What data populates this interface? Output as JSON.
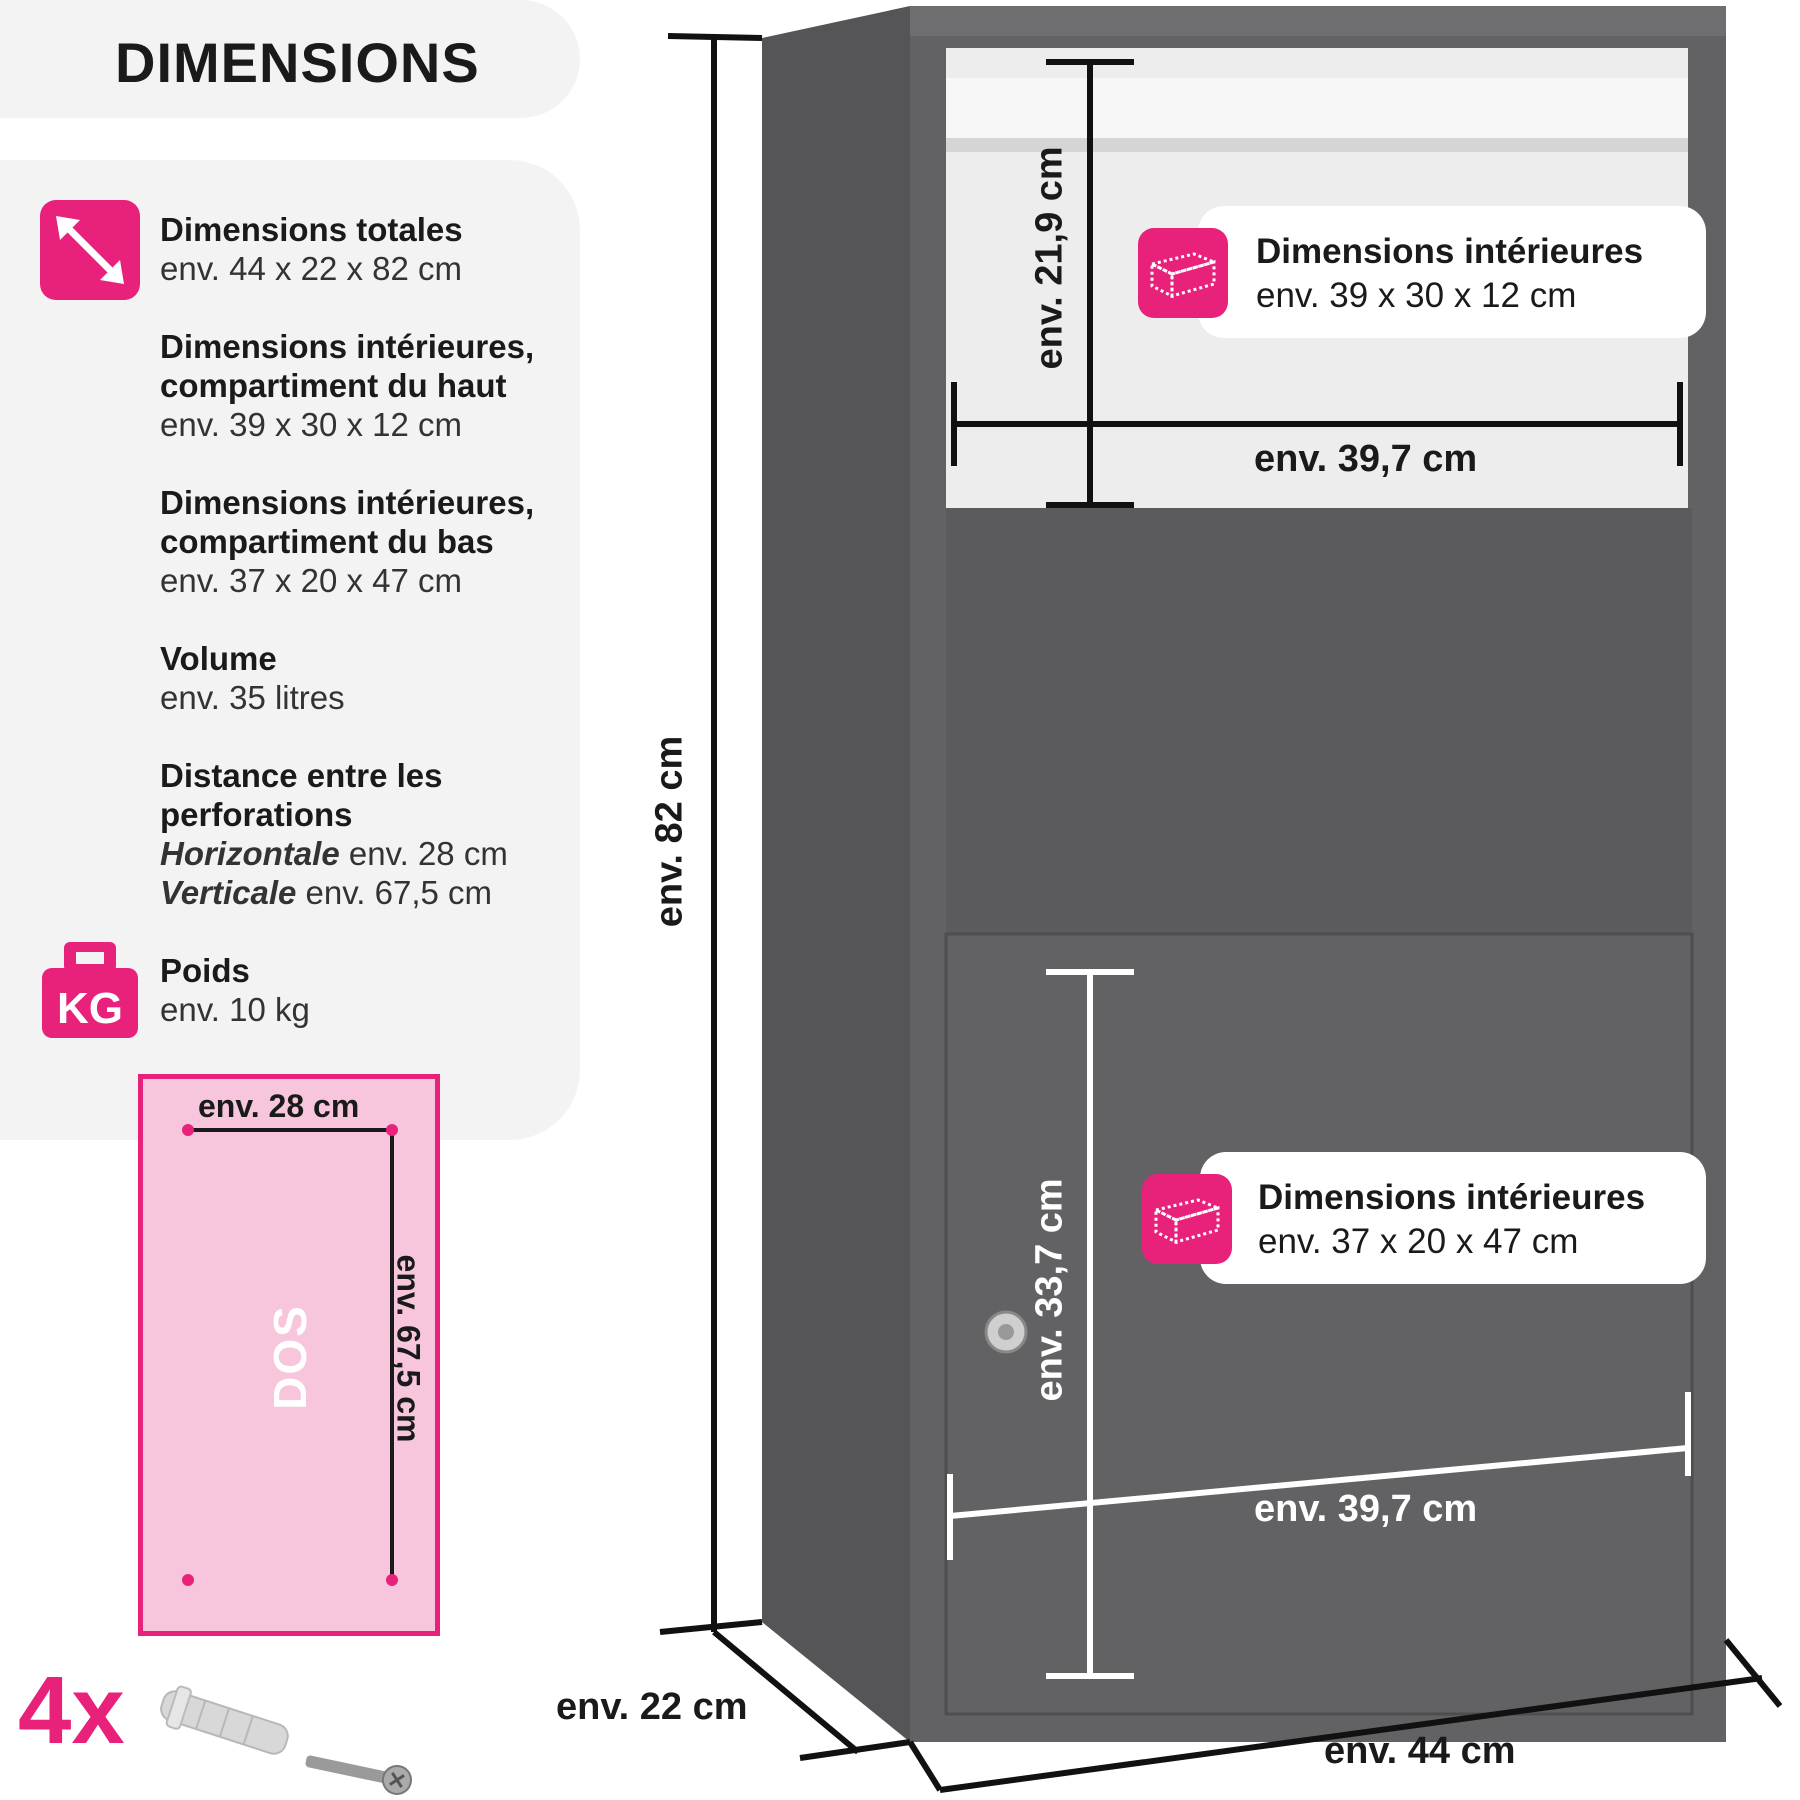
{
  "title": "DIMENSIONS",
  "specs": [
    {
      "heading": "Dimensions totales",
      "value": "env. 44 x 22 x 82 cm"
    },
    {
      "heading": "Dimensions intérieures,",
      "heading2": "compartiment du haut",
      "value": "env. 39 x 30 x 12 cm"
    },
    {
      "heading": "Dimensions intérieures,",
      "heading2": "compartiment du bas",
      "value": "env. 37 x 20 x 47 cm"
    },
    {
      "heading": "Volume",
      "value": "env. 35 litres"
    },
    {
      "heading": "Distance entre les",
      "heading2": "perforations",
      "horizontal_label": "Horizontale",
      "horizontal_value": " env. 28 cm",
      "vertical_label": "Verticale",
      "vertical_value": " env. 67,5 cm"
    },
    {
      "heading": "Poids",
      "value": "env. 10 kg"
    }
  ],
  "icons": {
    "resize": "diagonal-arrows-icon",
    "weight": "weight-kg-icon",
    "box": "box-icon"
  },
  "weight_icon_text": "KG",
  "callout_top": {
    "heading": "Dimensions intérieures",
    "value": "env. 39 x 30 x 12 cm"
  },
  "callout_bottom": {
    "heading": "Dimensions intérieures",
    "value": "env. 37 x 20 x 47 cm"
  },
  "dimensions": {
    "height_total": "env. 82 cm",
    "depth": "env. 22 cm",
    "width_total": "env. 44 cm",
    "top_height": "env. 21,9 cm",
    "top_width": "env. 39,7 cm",
    "bottom_height": "env. 33,7 cm",
    "bottom_width": "env. 39,7 cm"
  },
  "back_diagram": {
    "label": "DOS",
    "horizontal": "env. 28 cm",
    "vertical": "env. 67,5 cm"
  },
  "accessories": {
    "quantity": "4x"
  },
  "colors": {
    "accent": "#e8217b",
    "body_gray": "#5f5f61",
    "panel_gray": "#f3f3f3",
    "back_pink": "#f7c6dd"
  }
}
